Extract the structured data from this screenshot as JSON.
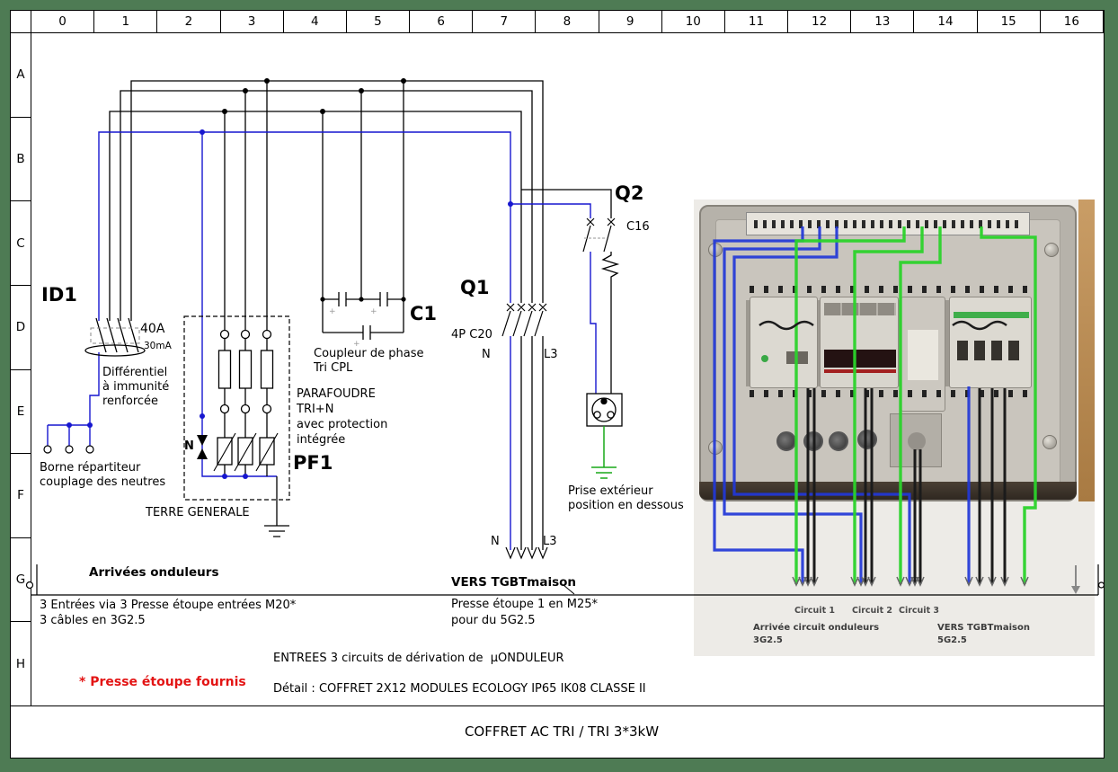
{
  "ruler": {
    "cols": [
      "0",
      "1",
      "2",
      "3",
      "4",
      "5",
      "6",
      "7",
      "8",
      "9",
      "10",
      "11",
      "12",
      "13",
      "14",
      "15",
      "16"
    ],
    "rows": [
      "A",
      "B",
      "C",
      "D",
      "E",
      "F",
      "G",
      "H"
    ]
  },
  "schematic": {
    "id1_ref": "ID1",
    "id1_rating": "40A",
    "id1_sensitivity": "30mA",
    "id1_desc1": "Différentiel",
    "id1_desc2": "à immunité",
    "id1_desc3": "renforcée",
    "borne1": "Borne répartiteur",
    "borne2": "couplage des neutres",
    "pf1_n": "N",
    "pf1_desc1": "PARAFOUDRE",
    "pf1_desc2": "TRI+N",
    "pf1_desc3": "avec protection",
    "pf1_desc4": "intégrée",
    "pf1_ref": "PF1",
    "terre": "TERRE GENERALE",
    "c1_ref": "C1",
    "c1_desc1": "Coupleur de phase",
    "c1_desc2": "Tri CPL",
    "q1_ref": "Q1",
    "q1_spec": "4P C20",
    "q1_n": "N",
    "q1_l3": "L3",
    "q2_ref": "Q2",
    "q2_spec": "C16",
    "prise1": "Prise extérieur",
    "prise2": "position en dessous",
    "vers_n": "N",
    "vers_l3": "L3",
    "vers_title": "VERS TGBTmaison",
    "vers1": "Presse étoupe 1 en M25*",
    "vers2": "pour du 5G2.5",
    "arrivees_title": "Arrivées onduleurs",
    "arrivees1": "3 Entrées via 3 Presse étoupe entrées M20*",
    "arrivees2": "3 câbles en 3G2.5",
    "note_red": "* Presse étoupe fournis",
    "entrees": "ENTREES 3 circuits de dérivation de  µONDULEUR",
    "detail": "Détail : COFFRET 2X12 MODULES ECOLOGY IP65 IK08 CLASSE II"
  },
  "photo": {
    "circuit1": "Circuit 1",
    "circuit2": "Circuit 2",
    "circuit3": "Circuit 3",
    "arrivee1": "Arrivée circuit onduleurs",
    "arrivee2": "3G2.5",
    "vers1": "VERS TGBTmaison",
    "vers2": "5G2.5"
  },
  "title_block": {
    "title": "COFFRET AC TRI / TRI 3*3kW"
  },
  "colors": {
    "wire_blue": "#1717cf",
    "earth_green": "#18a818",
    "photo_wire_green": "#2bd32b",
    "photo_wire_blue": "#2238d8",
    "note_red": "#e31414",
    "margin_green": "#4e7b54"
  }
}
